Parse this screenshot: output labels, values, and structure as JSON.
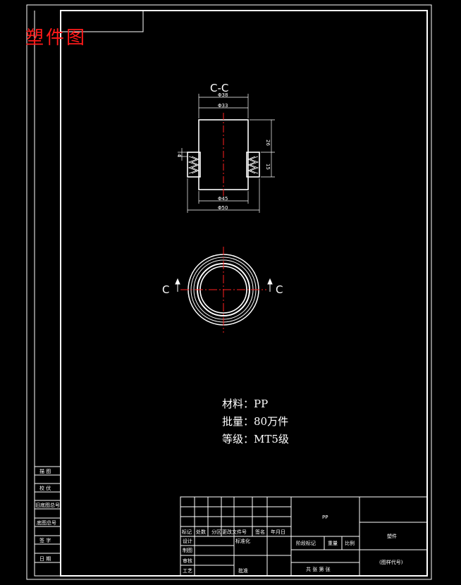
{
  "drawing_title": "塑件图",
  "section_label": "C-C",
  "section_marker": "C",
  "dimensions": {
    "top_outer": "Φ38",
    "top_inner": "Φ33",
    "right_height": "26",
    "right_small": "15",
    "left_small": "4",
    "bottom_inner": "Φ45",
    "bottom_outer": "Φ50"
  },
  "notes": {
    "material": "材料：PP",
    "batch": "批量：80万件",
    "grade": "等级：MT5级"
  },
  "side_table": [
    "描 图",
    "校 伏",
    "旧底图总号",
    "底图总号",
    "签 字",
    "日 期"
  ],
  "title_block": {
    "material_code": "PP",
    "part_name": "塑件",
    "drawing_code": "(图样代号)",
    "stage_mark": "阶段标记",
    "weight": "重量",
    "scale": "比例",
    "sheet": "共 张 第 张",
    "mark": "标记",
    "count": "处数",
    "zone": "分区",
    "change_doc": "更改文件号",
    "signature": "签名",
    "date": "年月日",
    "design": "设计",
    "standardization": "标准化",
    "draw": "制图",
    "review": "审核",
    "process": "工艺",
    "approve": "批准"
  }
}
